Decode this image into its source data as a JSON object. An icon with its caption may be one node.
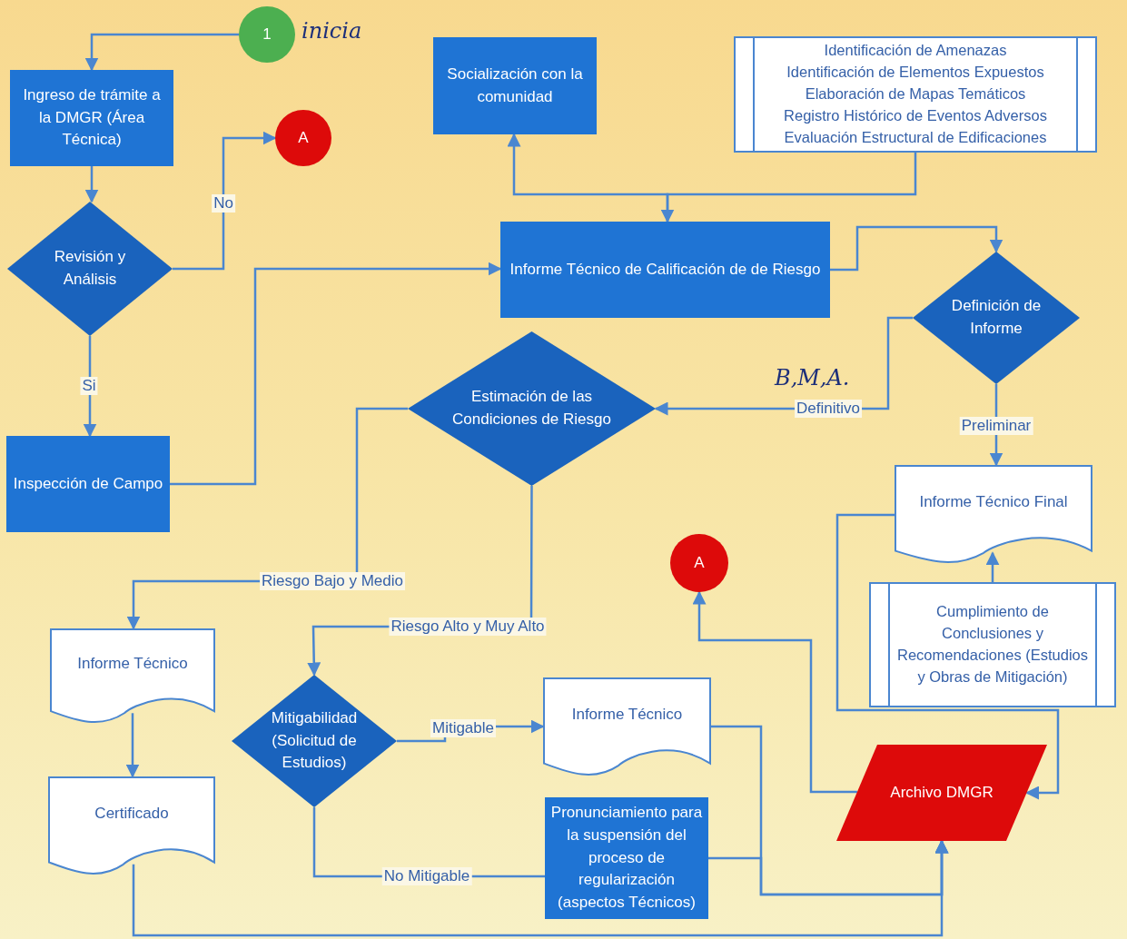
{
  "diagram": {
    "nodes": [
      {
        "text": [
          "1"
        ],
        "beside": [
          "inicia"
        ]
      },
      {
        "text": [
          "Ingreso de trámite a la DMGR (Área Técnica)"
        ]
      },
      {
        "text": [
          "Revisión y Análisis"
        ]
      },
      {
        "text": [
          "A"
        ]
      },
      {
        "text": [
          "Inspección de Campo"
        ]
      },
      {
        "text": [
          "Socialización con la comunidad"
        ]
      },
      {
        "text": [
          "Identificación de Amenazas",
          "Identificación de Elementos Expuestos",
          "Elaboración de Mapas Temáticos",
          "Registro Histórico de Eventos Adversos",
          "Evaluación Estructural de Edificaciones"
        ]
      },
      {
        "text": [
          "Informe Técnico de Calificación de de Riesgo"
        ]
      },
      {
        "text": [
          "Definición de Informe"
        ]
      },
      {
        "text": [
          "Estimación de las Condiciones de Riesgo"
        ]
      },
      {
        "text": [
          "Informe Técnico Final"
        ]
      },
      {
        "text": [
          "A"
        ]
      },
      {
        "text": [
          "Cumplimiento de Conclusiones y Recomendaciones (Estudios y Obras de Mitigación)"
        ]
      },
      {
        "text": [
          "Informe Técnico"
        ]
      },
      {
        "text": [
          "Mitigabilidad (Solicitud de Estudios)"
        ]
      },
      {
        "text": [
          "Informe Técnico"
        ]
      },
      {
        "text": [
          "Certificado"
        ]
      },
      {
        "text": [
          "Pronunciamiento para la suspensión del proceso de regularización (aspectos Técnicos)"
        ]
      },
      {
        "text": [
          "Archivo DMGR"
        ]
      }
    ],
    "edges": [
      {
        "from": 0,
        "to": 1,
        "arrow": "to"
      },
      {
        "from": 1,
        "to": 2,
        "arrow": "to"
      },
      {
        "from": 2,
        "to": 3,
        "arrow": "to",
        "label": "No"
      },
      {
        "from": 2,
        "to": 4,
        "arrow": "to",
        "label": "Si"
      },
      {
        "from": 4,
        "to": 7,
        "arrow": "to"
      },
      {
        "from": 7,
        "to": 5,
        "arrow": "to"
      },
      {
        "from": 6,
        "to": 7,
        "arrow": "to"
      },
      {
        "from": 7,
        "to": 8,
        "arrow": "to"
      },
      {
        "from": 8,
        "to": 9,
        "arrow": "to",
        "label": "Definitivo"
      },
      {
        "from": 8,
        "to": 10,
        "arrow": "to",
        "label": "Preliminar"
      },
      {
        "from": 9,
        "to": 13,
        "arrow": "to",
        "label": "Riesgo Bajo y Medio"
      },
      {
        "from": 9,
        "to": 14,
        "arrow": "to",
        "label": "Riesgo Alto y Muy Alto"
      },
      {
        "from": 13,
        "to": 16,
        "arrow": "to"
      },
      {
        "from": 14,
        "to": 15,
        "arrow": "to",
        "label": "Mitigable"
      },
      {
        "from": 14,
        "to": 17,
        "arrow": "none",
        "label": "No Mitigable"
      },
      {
        "from": 15,
        "to": 18,
        "arrow": "to"
      },
      {
        "from": 17,
        "to": 18,
        "arrow": "to"
      },
      {
        "from": 16,
        "to": 18,
        "arrow": "to"
      },
      {
        "from": 18,
        "to": 11,
        "arrow": "to"
      },
      {
        "from": 12,
        "to": 10,
        "arrow": "to"
      },
      {
        "from": 10,
        "to": 18,
        "arrow": "to"
      }
    ],
    "labels": [
      "B,M,A."
    ]
  }
}
